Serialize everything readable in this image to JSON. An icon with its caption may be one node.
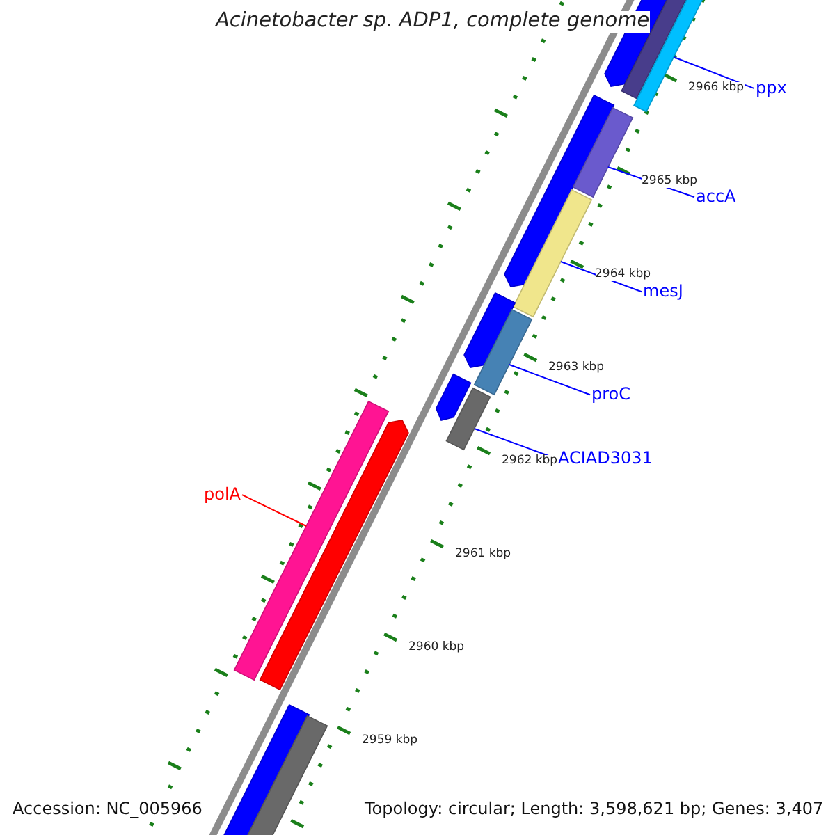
{
  "diagram": {
    "title": "Acinetobacter sp. ADP1, complete genome",
    "nodes": [
      {
        "text": [
          "ppx"
        ]
      },
      {
        "text": [
          "accA"
        ]
      },
      {
        "text": [
          "mesJ"
        ]
      },
      {
        "text": [
          "proC"
        ]
      },
      {
        "text": [
          "ACIAD3031"
        ]
      },
      {
        "text": [
          "polA"
        ]
      },
      {
        "text": [],
        "shape": "bar"
      },
      {
        "text": [],
        "shape": "bar"
      },
      {
        "text": [],
        "shape": "bar"
      },
      {
        "text": [],
        "shape": "bar"
      },
      {
        "text": [],
        "shape": "bar"
      },
      {
        "text": [],
        "shape": "bar"
      },
      {
        "text": [],
        "shape": "bar"
      },
      {
        "text": [],
        "shape": "bar"
      },
      {
        "text": [],
        "shape": "bar"
      },
      {
        "text": [],
        "shape": "bar"
      },
      {
        "text": [],
        "shape": "bar"
      },
      {
        "text": [],
        "shape": "bar"
      },
      {
        "text": [],
        "shape": "bar"
      },
      {
        "text": [],
        "shape": "bar"
      }
    ],
    "edges": [
      {
        "from": 0,
        "to": 8,
        "arrow": "none"
      },
      {
        "from": 1,
        "to": 10,
        "arrow": "none"
      },
      {
        "from": 2,
        "to": 11,
        "arrow": "none"
      },
      {
        "from": 3,
        "to": 13,
        "arrow": "none"
      },
      {
        "from": 4,
        "to": 15,
        "arrow": "none"
      },
      {
        "from": 5,
        "to": 16,
        "arrow": "none",
        "color": "#ff0000"
      }
    ],
    "labels": [
      "2966 kbp",
      "2965 kbp",
      "2964 kbp",
      "2963 kbp",
      "2962 kbp",
      "2961 kbp",
      "2960 kbp",
      "2959 kbp",
      "Accession: NC_005966",
      "Topology: circular; Length: 3,598,621 bp; Genes: 3,407"
    ]
  }
}
